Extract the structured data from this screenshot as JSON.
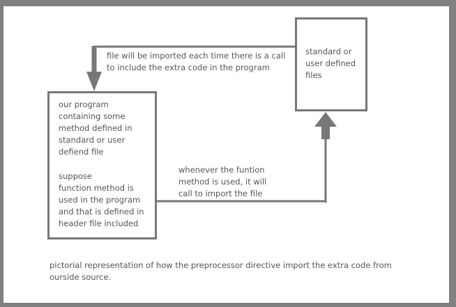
{
  "colors": {
    "background": "#808080",
    "panel": "#ffffff",
    "stroke": "#777777",
    "text": "#555555"
  },
  "nodes": {
    "program_box": {
      "text_top": "our program\ncontaining some\nmethod defined in\nstandard or user\ndefiend file",
      "text_bottom": "suppose\n function method is\nused in the program\nand that is defined in\nheader file included"
    },
    "files_box": {
      "text": "standard or\nuser defined\nfiles"
    }
  },
  "edges": {
    "import_label": "file will be imported each time there is a call\nto include the extra code in the program",
    "call_label": "whenever the funtion\nmethod is used, it will\ncall to import the file"
  },
  "caption": "pictorial representation of how the preprocessor directive import the extra code from\nourside source."
}
